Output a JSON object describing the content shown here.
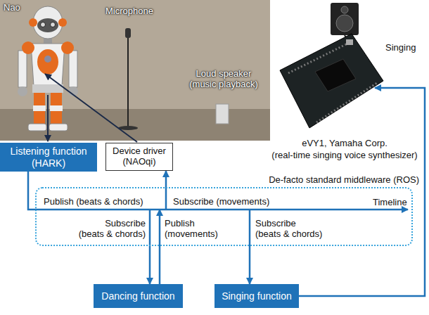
{
  "diagram": {
    "nodes": [
      {
        "text": [
          "Listening function (HARK)"
        ]
      },
      {
        "text": [
          "Device driver (NAOqi)"
        ]
      },
      {
        "text": [
          "De-facto standard middleware (ROS)"
        ]
      },
      {
        "text": [
          "Dancing function"
        ]
      },
      {
        "text": [
          "Singing function"
        ]
      }
    ],
    "edges": [
      {
        "from": 0,
        "to": 2,
        "arrow": "to",
        "label": "Publish (beats & chords)"
      },
      {
        "from": 2,
        "to": 1,
        "arrow": "to",
        "label": "Subscribe (movements)"
      },
      {
        "from": 2,
        "to": 3,
        "arrow": "to",
        "label": "Subscribe (beats & chords)"
      },
      {
        "from": 3,
        "to": 2,
        "arrow": "to",
        "label": "Publish (movements)"
      },
      {
        "from": 2,
        "to": 4,
        "arrow": "to",
        "label": "Subscribe (beats & chords)"
      }
    ],
    "labels": [
      "Nao",
      "Microphone",
      "Loud speaker (music playback)",
      "Singing",
      "eVY1, Yamaha Corp.",
      "(real-time singing voice synthesizer)",
      "Timeline"
    ]
  }
}
